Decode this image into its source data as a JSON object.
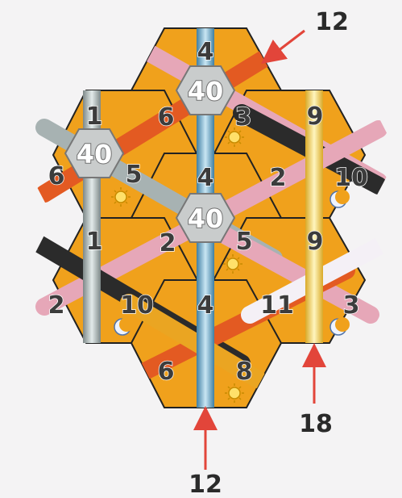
{
  "colors": {
    "background": "#f4f3f4",
    "tile": "#f0a11c",
    "tile_border": "#222222",
    "tube_gray": "#a7b2b2",
    "tube_blue": "#79b5d3",
    "tube_pink": "#e6a7b8",
    "tube_orange": "#e35a22",
    "tube_black": "#2b2b2b",
    "tube_yellow": "#f5d85a",
    "tube_white": "#f4f0f6",
    "tube_gold": "#eaa522",
    "arrow": "#e2453a"
  },
  "tiles": [
    {
      "id": "top",
      "numbers": [
        "4",
        "6",
        "3"
      ],
      "icons": [
        "sun-icon"
      ]
    },
    {
      "id": "upper-left",
      "numbers": [
        "1",
        "6",
        "5"
      ],
      "icons": [
        "sun-icon"
      ]
    },
    {
      "id": "upper-right",
      "numbers": [
        "9",
        "2",
        "10"
      ],
      "icons": [
        "moon-icon"
      ]
    },
    {
      "id": "center",
      "numbers": [
        "4",
        "2",
        "5"
      ],
      "icons": [
        "sun-icon"
      ]
    },
    {
      "id": "lower-left",
      "numbers": [
        "1",
        "2",
        "10"
      ],
      "icons": [
        "moon-icon"
      ]
    },
    {
      "id": "lower-right",
      "numbers": [
        "9",
        "11",
        "3"
      ],
      "icons": [
        "moon-icon"
      ]
    },
    {
      "id": "bottom",
      "numbers": [
        "4",
        "6",
        "8"
      ],
      "icons": [
        "sun-icon"
      ]
    }
  ],
  "hubs": [
    "40",
    "40",
    "40"
  ],
  "callouts": {
    "top_right": "12",
    "bottom_center": "12",
    "bottom_right": "18"
  }
}
